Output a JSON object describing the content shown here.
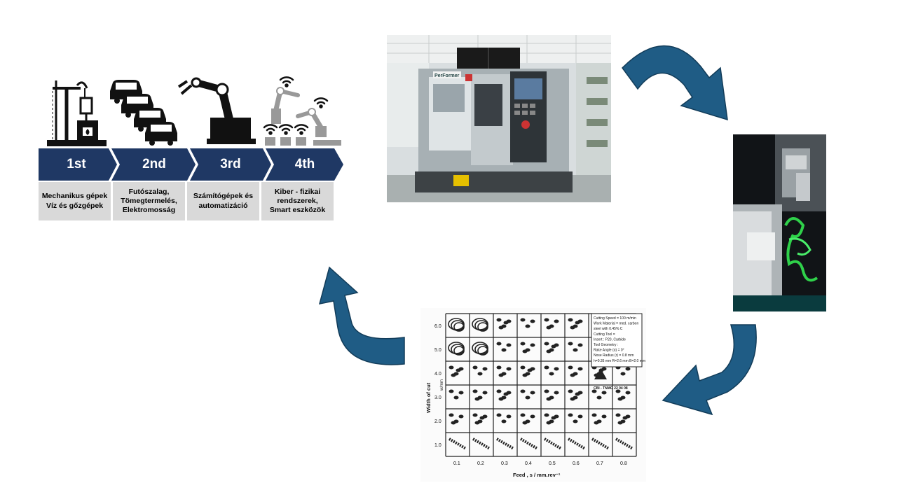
{
  "colors": {
    "navy": "#1f3864",
    "arrow_teal": "#1f5c85",
    "grey_box": "#d9d9d9"
  },
  "revolution": {
    "stages": [
      {
        "label": "1st",
        "desc": "Mechanikus gépek\nVíz és gőzgépek"
      },
      {
        "label": "2nd",
        "desc": "Futószalag,\nTömegtermelés,\nElektromosság"
      },
      {
        "label": "3rd",
        "desc": "Számítógépek és\nautomatizáció"
      },
      {
        "label": "4th",
        "desc": "Kiber - fizikai\nrendszerek,\nSmart eszközök"
      }
    ]
  },
  "chip_chart": {
    "y_axis_label": "Width of cut",
    "y_unit": "w/mm",
    "x_axis_label": "Feed , s / mm.rev⁻¹",
    "y_ticks": [
      "6.0",
      "5.0",
      "4.0",
      "3.0",
      "2.0",
      "1.0"
    ],
    "x_ticks": [
      "0.1",
      "0.2",
      "0.3",
      "0.4",
      "0.5",
      "0.6",
      "0.7",
      "0.8"
    ],
    "legend_lines": [
      "Cutting Speed = 100 m/min",
      "Work Material = med. carbon",
      "steel with 0.45% C",
      "Cutting Tool =",
      "Insert : P20, Carbide",
      "Tool Geometry :",
      "Rake Angle (α) = 0°",
      "Nose Radius (r) = 0.8 mm",
      "h=0.35 mm  R=2.6 mm  B=2.0 mm"
    ],
    "insert_code": "CBI - TNMG 22 04 08"
  },
  "cnc_photo": {
    "brand": "PerFormer"
  }
}
